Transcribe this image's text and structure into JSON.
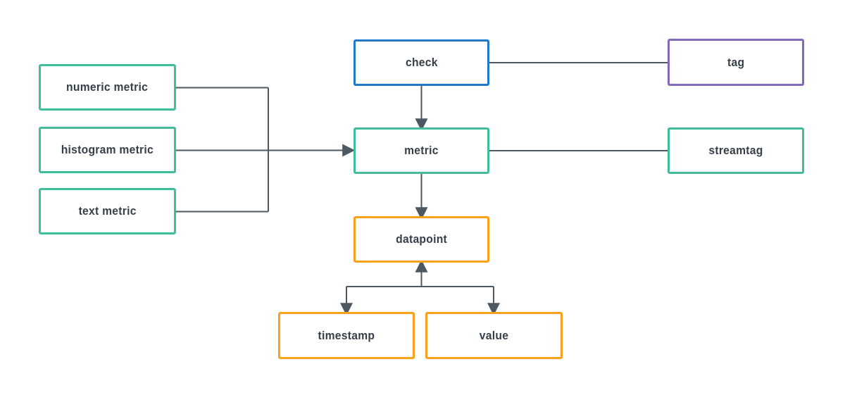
{
  "diagram": {
    "title": "metric data model diagram",
    "background": "#ffffff",
    "colors": {
      "green": "#41bd9b",
      "blue": "#1f78c8",
      "purple": "#8568ba",
      "orange": "#f9a11d",
      "line": "#4c5862",
      "text": "#353f49"
    },
    "nodes": [
      {
        "id": "numeric-metric",
        "label": "numeric metric",
        "color": "green"
      },
      {
        "id": "histogram-metric",
        "label": "histogram metric",
        "color": "green"
      },
      {
        "id": "text-metric",
        "label": "text metric",
        "color": "green"
      },
      {
        "id": "check",
        "label": "check",
        "color": "blue"
      },
      {
        "id": "metric",
        "label": "metric",
        "color": "green"
      },
      {
        "id": "datapoint",
        "label": "datapoint",
        "color": "orange"
      },
      {
        "id": "tag",
        "label": "tag",
        "color": "purple"
      },
      {
        "id": "streamtag",
        "label": "streamtag",
        "color": "green"
      },
      {
        "id": "timestamp",
        "label": "timestamp",
        "color": "orange"
      },
      {
        "id": "value",
        "label": "value",
        "color": "orange"
      }
    ],
    "edges": [
      {
        "from": "numeric-metric",
        "to": "metric",
        "arrow": "to"
      },
      {
        "from": "histogram-metric",
        "to": "metric",
        "arrow": "to"
      },
      {
        "from": "text-metric",
        "to": "metric",
        "arrow": "to"
      },
      {
        "from": "check",
        "to": "metric",
        "arrow": "to"
      },
      {
        "from": "check",
        "to": "tag",
        "arrow": "none"
      },
      {
        "from": "metric",
        "to": "streamtag",
        "arrow": "none"
      },
      {
        "from": "metric",
        "to": "datapoint",
        "arrow": "to"
      },
      {
        "from": "datapoint",
        "to": "timestamp",
        "arrow": "both"
      },
      {
        "from": "datapoint",
        "to": "value",
        "arrow": "both"
      }
    ]
  }
}
